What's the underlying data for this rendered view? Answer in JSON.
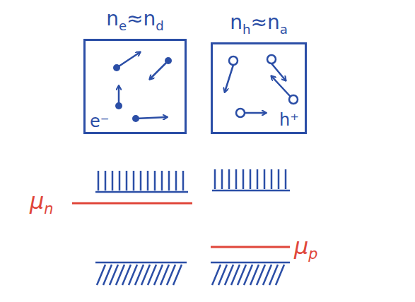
{
  "diagram": {
    "nodes": [
      {
        "text": [
          "ne≈nd",
          "e⁻"
        ]
      },
      {
        "text": [
          "nh≈na",
          "h⁺"
        ]
      }
    ],
    "labels": [
      "μn",
      "μp"
    ]
  }
}
